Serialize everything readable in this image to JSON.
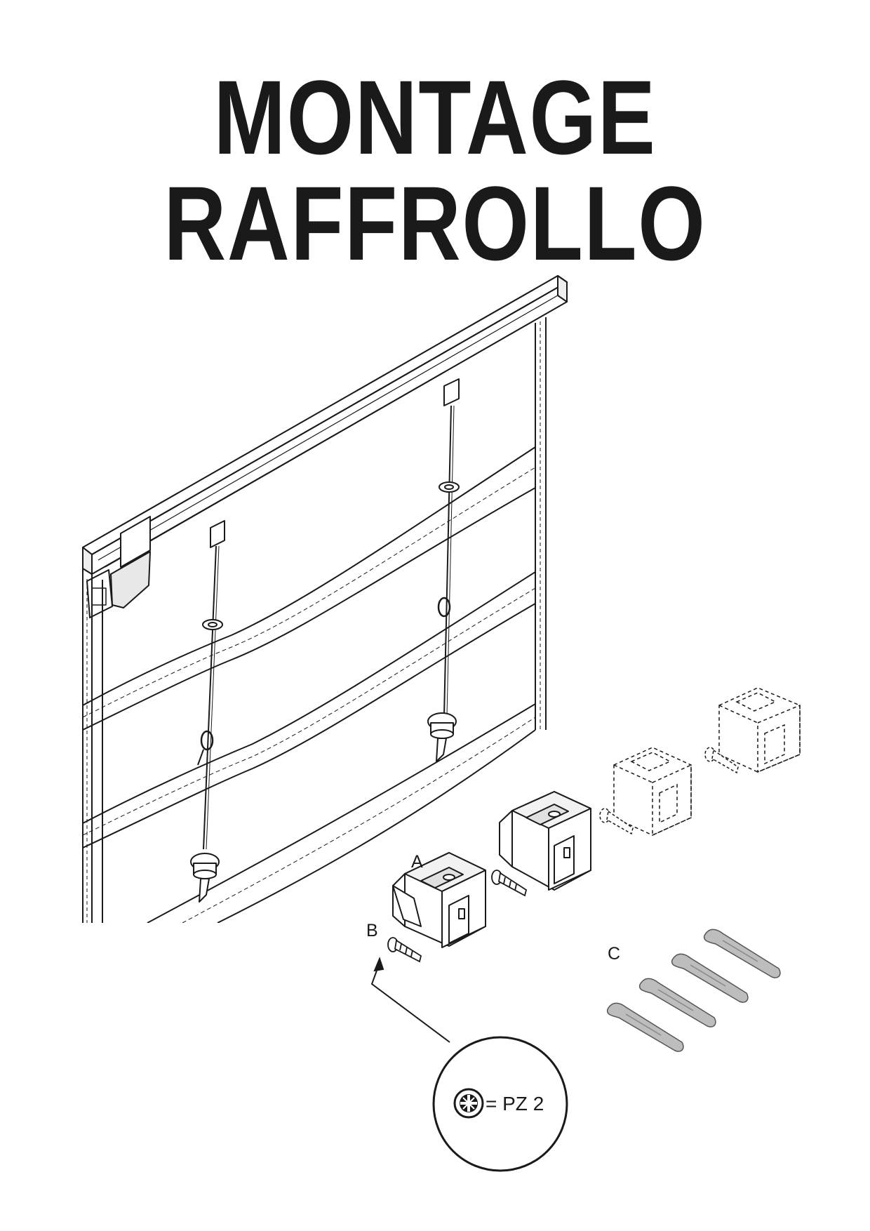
{
  "title": {
    "line1": "MONTAGE",
    "line2": "RAFFROLLO"
  },
  "parts": {
    "a": "A",
    "b": "B",
    "c": "C"
  },
  "drive": {
    "text": "= PZ 2"
  },
  "colors": {
    "ink": "#1a1a1a",
    "part_grey": "#bdbdbd",
    "part_dark": "#9a9a9a"
  }
}
